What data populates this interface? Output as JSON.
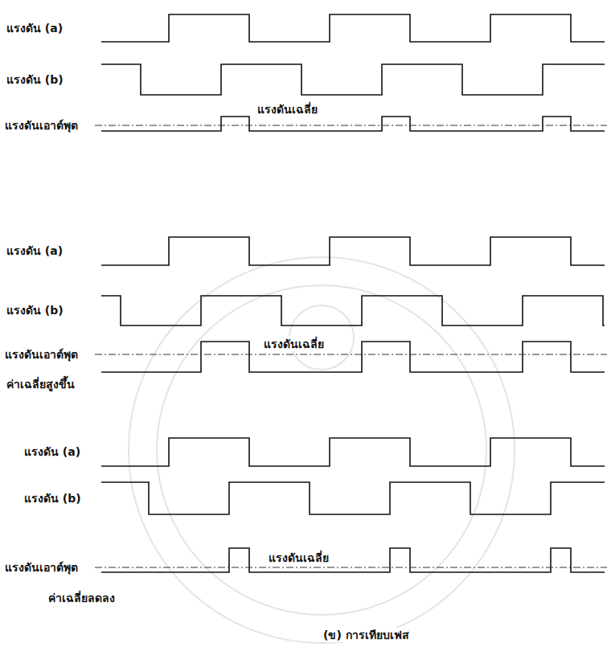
{
  "diagram": {
    "caption": "(ข) การเทียบเฟส",
    "labels": [
      "แรงดัน (a)",
      "แรงดัน (b)",
      "แรงดันเอาต์พุต",
      "แรงดันเฉลี่ย",
      "แรงดัน (a)",
      "แรงดัน (b)",
      "แรงดันเอาต์พุต",
      "แรงดันเฉลี่ย",
      "ค่าเฉลี่ยสูงขึ้น",
      "แรงดัน (a)",
      "แรงดัน (b)",
      "แรงดันเอาต์พุต",
      "แรงดันเฉลี่ย",
      "ค่าเฉลี่ยลดลง"
    ]
  }
}
